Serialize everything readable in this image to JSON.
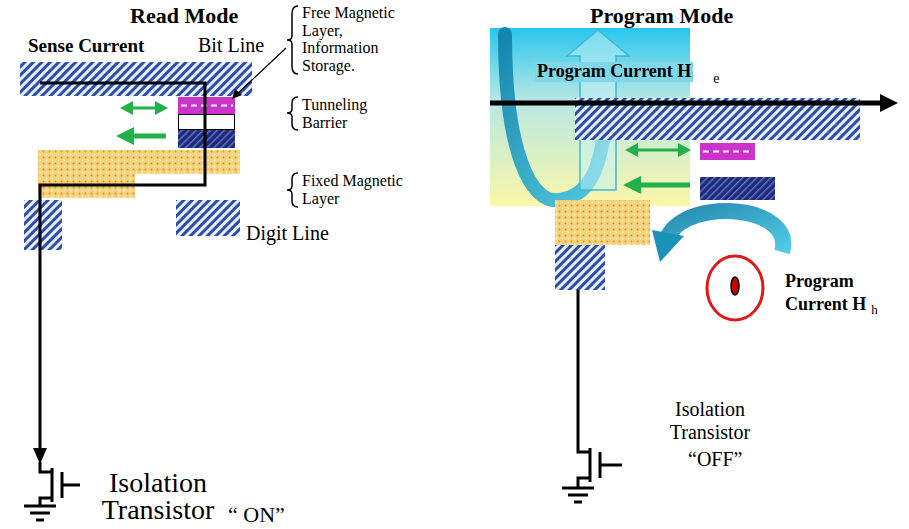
{
  "diagram": {
    "labels": [
      "Read Mode",
      "Program Mode",
      "Sense Current",
      "Bit Line",
      "Free Magnetic Layer, Information Storage.",
      "Program Current H",
      "e",
      "Tunneling Barrier",
      "Fixed Magnetic Layer",
      "Digit Line",
      "Program Current H",
      "h",
      "Isolation Transistor",
      "“OFF”",
      "Isolation Transistor",
      "“ ON”"
    ]
  }
}
